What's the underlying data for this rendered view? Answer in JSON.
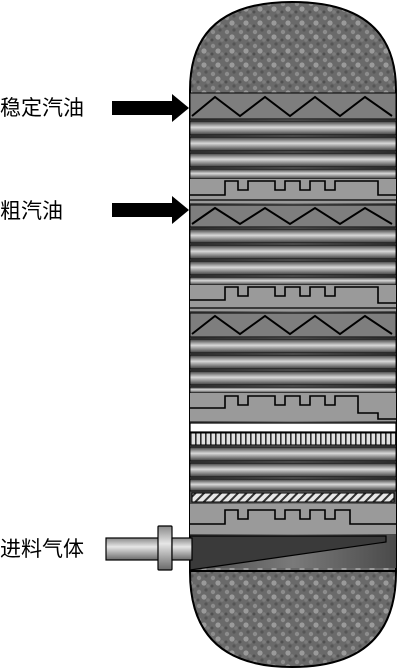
{
  "labels": {
    "stable_gasoline": "稳定汽油",
    "crude_gasoline": "粗汽油",
    "feed_gas": "进料气体"
  },
  "colors": {
    "background": "#ffffff",
    "vessel_dark": "#5a5a5a",
    "vessel_band": "#8a8a8a",
    "outline": "#000000",
    "arrow": "#000000",
    "pipe": "#b4b4b4",
    "packing_fill": "#7e7e7e",
    "screen_fill": "#d8d8d8"
  },
  "icons": {
    "inlet_arrow": "right-arrow",
    "feed_pipe": "pipe-with-flange",
    "packing": "zigzag-packing",
    "tray": "bubble-cap-tray"
  }
}
